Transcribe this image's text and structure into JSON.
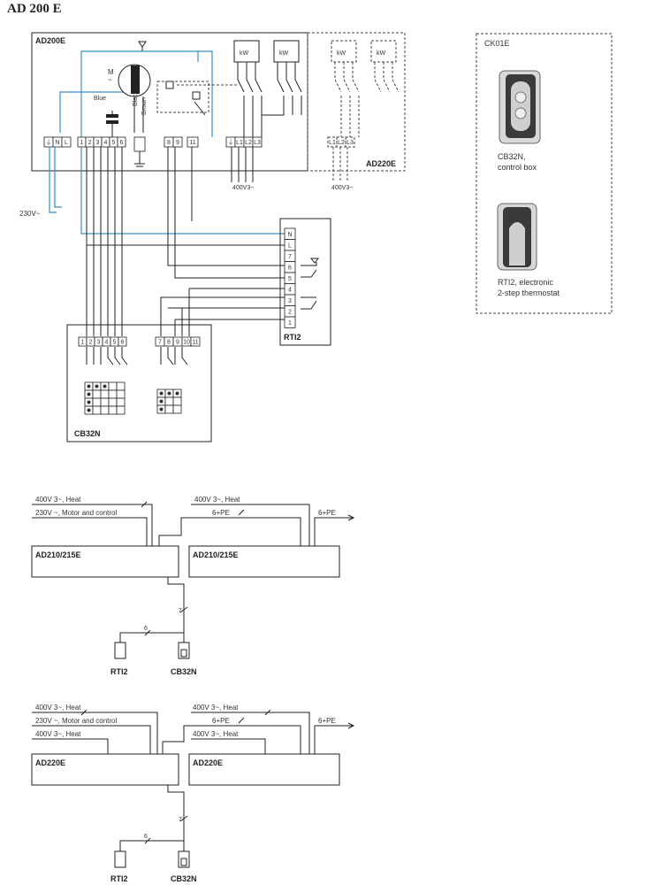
{
  "title": "AD 200 E",
  "main": {
    "unit_label": "AD200E",
    "unit2_label": "AD220E",
    "kw": "kW",
    "motor_m": "M",
    "motor_tilde": "~",
    "blue": "Blue",
    "black": "Black",
    "brown": "Brown",
    "terminals_left": [
      "⏚",
      "N",
      "L"
    ],
    "terminals_mid": [
      "1",
      "2",
      "3",
      "4",
      "5",
      "6"
    ],
    "terminals_89": [
      "8",
      "9"
    ],
    "terminal_11": "11",
    "terminals_power": [
      "⏚",
      "L1",
      "L2",
      "L3"
    ],
    "terminals_power2": [
      "L1",
      "L2",
      "L3"
    ],
    "supply_230": "230V~",
    "supply_400": "400V3~",
    "supply_400b": "400V3~",
    "rti_label": "RTI2",
    "rti_terminals": [
      "N",
      "L",
      "7",
      "6",
      "5",
      "4",
      "3",
      "2",
      "1"
    ],
    "cb_label": "CB32N",
    "cb_terminals_a": [
      "1",
      "2",
      "3",
      "4",
      "5",
      "6"
    ],
    "cb_terminals_b": [
      "7",
      "8",
      "9",
      "10",
      "11"
    ]
  },
  "ck": {
    "title": "CK01E",
    "item1_line1": "CB32N,",
    "item1_line2": "control box",
    "item2_line1": "RTI2, electronic",
    "item2_line2": "2-step thermostat"
  },
  "diagram2": {
    "heat_left": "400V 3~, Heat",
    "motor_left": "230V ~, Motor and control",
    "heat_right": "400V 3~, Heat",
    "pe_mid": "6+PE",
    "pe_right": "6+PE",
    "unit_left": "AD210/215E",
    "unit_right": "AD210/215E",
    "cable7": "7",
    "cable6": "6",
    "rti": "RTI2",
    "cb": "CB32N"
  },
  "diagram3": {
    "heat_left_top": "400V 3~, Heat",
    "motor_left": "230V ~, Motor and control",
    "heat_left_bottom": "400V 3~, Heat",
    "heat_right_top": "400V 3~, Heat",
    "pe_mid": "6+PE",
    "heat_right_bottom": "400V 3~, Heat",
    "pe_right": "6+PE",
    "unit_left": "AD220E",
    "unit_right": "AD220E",
    "cable7": "7",
    "cable6": "6",
    "rti": "RTI2",
    "cb": "CB32N"
  }
}
